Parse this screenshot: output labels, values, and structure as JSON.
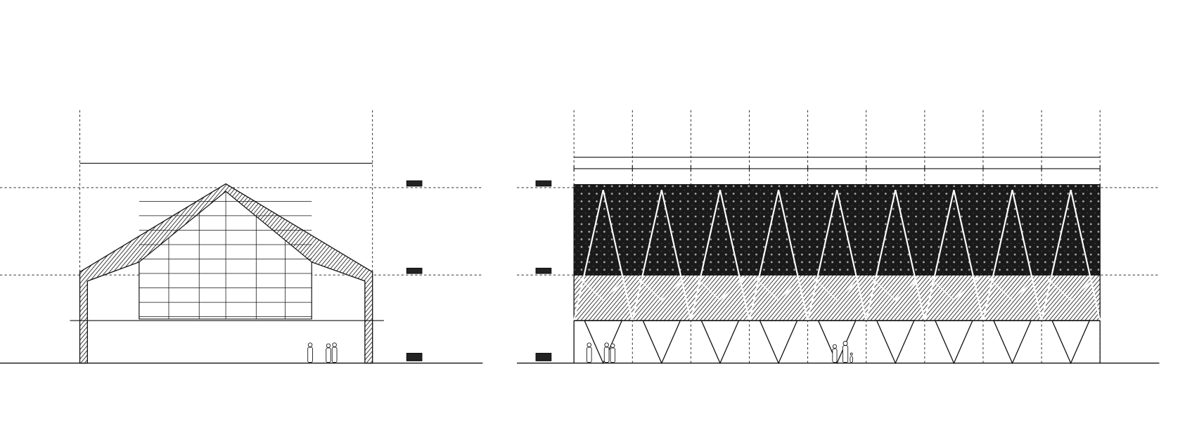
{
  "drawing": {
    "type": "architectural-elevations",
    "views": [
      {
        "name": "end-elevation",
        "bays": 1
      },
      {
        "name": "side-elevation",
        "bays": 9
      }
    ],
    "colors": {
      "line": "#111111",
      "panel": "#1a1a1a",
      "background": "#ffffff"
    }
  }
}
